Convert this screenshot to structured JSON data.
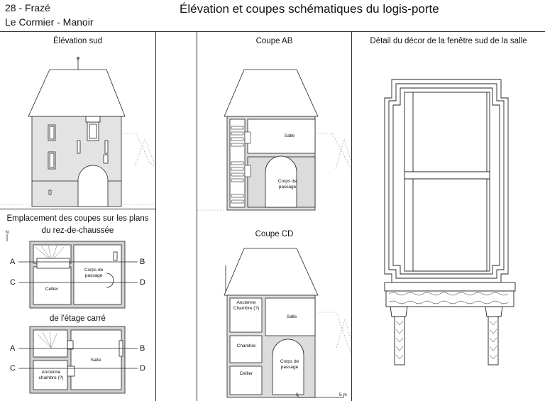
{
  "header": {
    "place": "28 - Frazé",
    "site": "Le Cormier - Manoir",
    "title": "Élévation et coupes schématiques du logis-porte"
  },
  "panels": {
    "elevation": {
      "caption": "Élévation sud"
    },
    "plans": {
      "caption_line1": "Emplacement des coupes sur les plans",
      "caption_line2": "du rez-de-chaussée",
      "caption_upper": "de l'étage carré",
      "ground": {
        "corps": "Corps de passage",
        "cellier": "Cellier",
        "markers": [
          "A",
          "B",
          "C",
          "D"
        ]
      },
      "upper": {
        "salle": "Salle",
        "chambre": "Ancienne chambre (?)",
        "markers": [
          "A",
          "B",
          "C",
          "D"
        ]
      },
      "north": "N"
    },
    "coupe_ab": {
      "caption": "Coupe AB",
      "salle": "Salle",
      "corps": "Corps de passage"
    },
    "coupe_cd": {
      "caption": "Coupe CD",
      "chambre": "Ancienne Chambre (?)",
      "chambre2": "Chambre",
      "cellier": "Cellier",
      "salle": "Salle",
      "corps": "Corps de passage"
    },
    "scale": {
      "zero": "0",
      "five": "5 m"
    },
    "detail": {
      "caption": "Détail du décor de la fenêtre sud de la salle"
    }
  }
}
